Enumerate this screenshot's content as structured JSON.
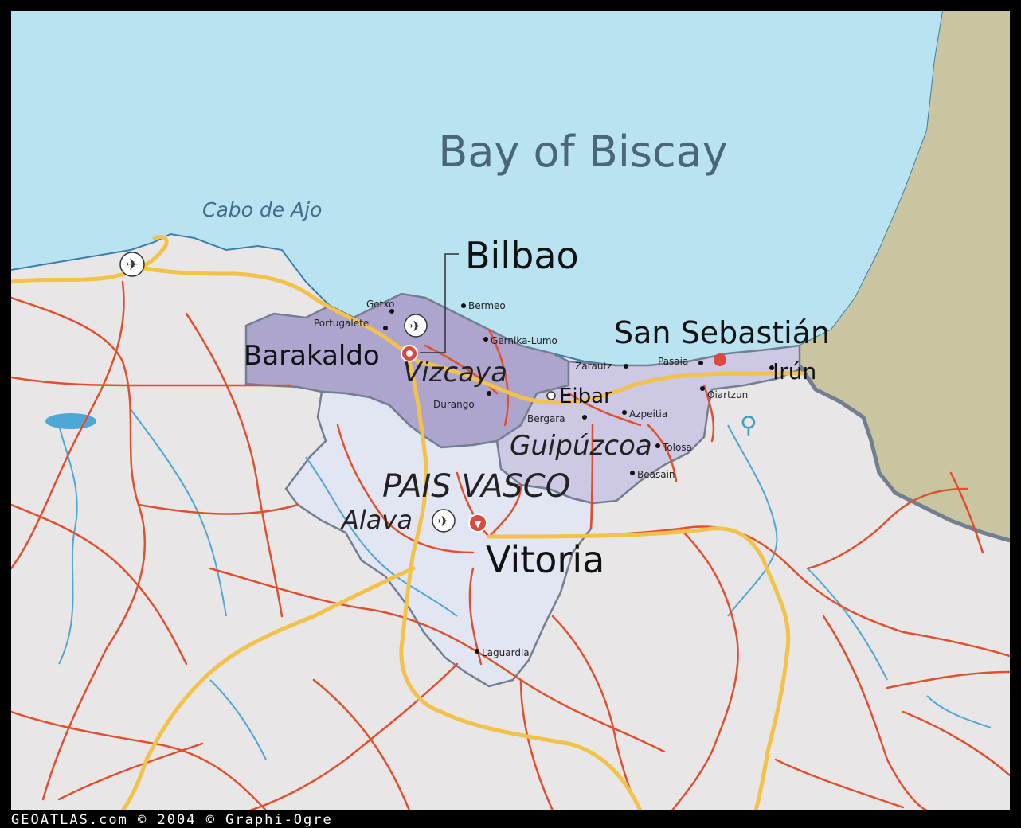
{
  "map": {
    "sea_label": "Bay of Biscay",
    "cape_label": "Cabo de Ajo",
    "region_label": "PAIS VASCO",
    "provinces": {
      "vizcaya": "Vizcaya",
      "guipuzcoa": "Guipúzcoa",
      "alava": "Alava"
    },
    "cities_major": {
      "bilbao": "Bilbao",
      "barakaldo": "Barakaldo",
      "san_sebastian": "San Sebastián",
      "irun": "Irún",
      "eibar": "Eibar",
      "vitoria": "Vitoria"
    },
    "towns": {
      "getxo": "Getxo",
      "portugalete": "Portugalete",
      "bermeo": "Bermeo",
      "gernika": "Gernika-Lumo",
      "zarautz": "Zarautz",
      "pasaia": "Pasaia",
      "oiartzun": "Oiartzun",
      "durango": "Durango",
      "bergara": "Bergara",
      "azpeitia": "Azpeitia",
      "tolosa": "Tolosa",
      "beasain": "Beasain",
      "laguardia": "Laguardia"
    },
    "colors": {
      "sea": "#b9e3f1",
      "land": "#e8e6e6",
      "france": "#c9c5a0",
      "vizcaya": "#aea5cf",
      "guipuzcoa": "#cdc8e3",
      "alava": "#e2e6f2",
      "road_main": "#f2c24a",
      "road_secondary": "#e0502e",
      "river": "#4fa7d6",
      "border": "#727f91",
      "city": "#d84a3e"
    }
  },
  "footer": {
    "copyright": "GEOATLAS.com © 2004 © Graphi-Ogre"
  }
}
